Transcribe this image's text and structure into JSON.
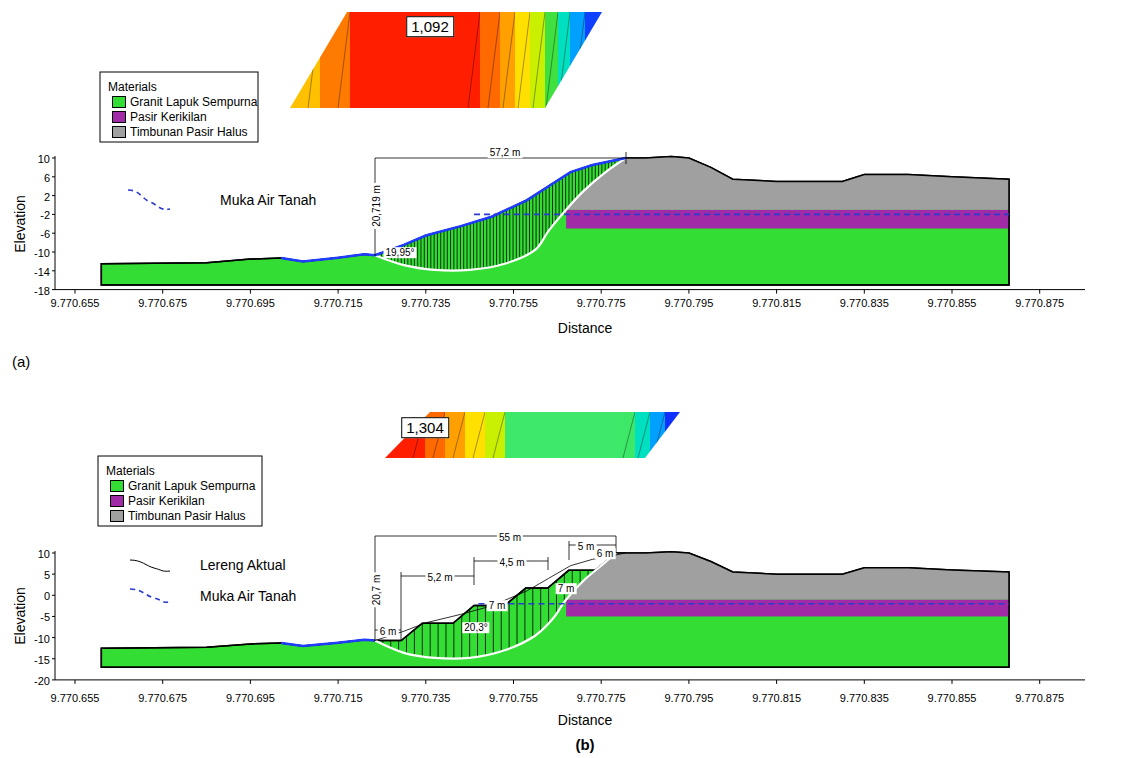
{
  "diagram": {
    "labels": [
      "1,092",
      "Materials",
      "10",
      "6",
      "2",
      "-2",
      "-6",
      "-10",
      "-14",
      "-18",
      "Elevation",
      "57,2 m",
      "20,719 m",
      "19,95°",
      "9.770.655",
      "9.770.675",
      "9.770.695",
      "9.770.715",
      "9.770.735",
      "9.770.755",
      "9.770.775",
      "9.770.795",
      "9.770.815",
      "9.770.835",
      "9.770.855",
      "9.770.875",
      "Distance",
      "(a)",
      "1,304",
      "Materials",
      "10",
      "5",
      "0",
      "-5",
      "-10",
      "-15",
      "-20",
      "Elevation",
      "55 m",
      "5 m",
      "6 m",
      "4,5 m",
      "7 m",
      "5,2 m",
      "7 m",
      "6 m",
      "20,7 m",
      "20,3°",
      "9.770.655",
      "9.770.675",
      "9.770.695",
      "9.770.715",
      "9.770.735",
      "9.770.755",
      "9.770.775",
      "9.770.795",
      "9.770.815",
      "9.770.835",
      "9.770.855",
      "9.770.875",
      "Distance",
      "(b)"
    ],
    "legend": [
      {
        "text": "Granit Lapuk Sempurna",
        "color": "#33dd33"
      },
      {
        "text": "Pasir Kerikilan",
        "color": "#a12aa6"
      },
      {
        "text": "Timbunan Pasir Halus",
        "color": "#a0a0a0"
      },
      {
        "text": "Muka Air Tanah"
      },
      {
        "text": "Granit Lapuk Sempurna",
        "color": "#33dd33"
      },
      {
        "text": "Pasir Kerikilan",
        "color": "#a12aa6"
      },
      {
        "text": "Timbunan Pasir Halus",
        "color": "#a0a0a0"
      },
      {
        "text": "Lereng Aktual"
      },
      {
        "text": "Muka Air Tanah"
      }
    ]
  }
}
